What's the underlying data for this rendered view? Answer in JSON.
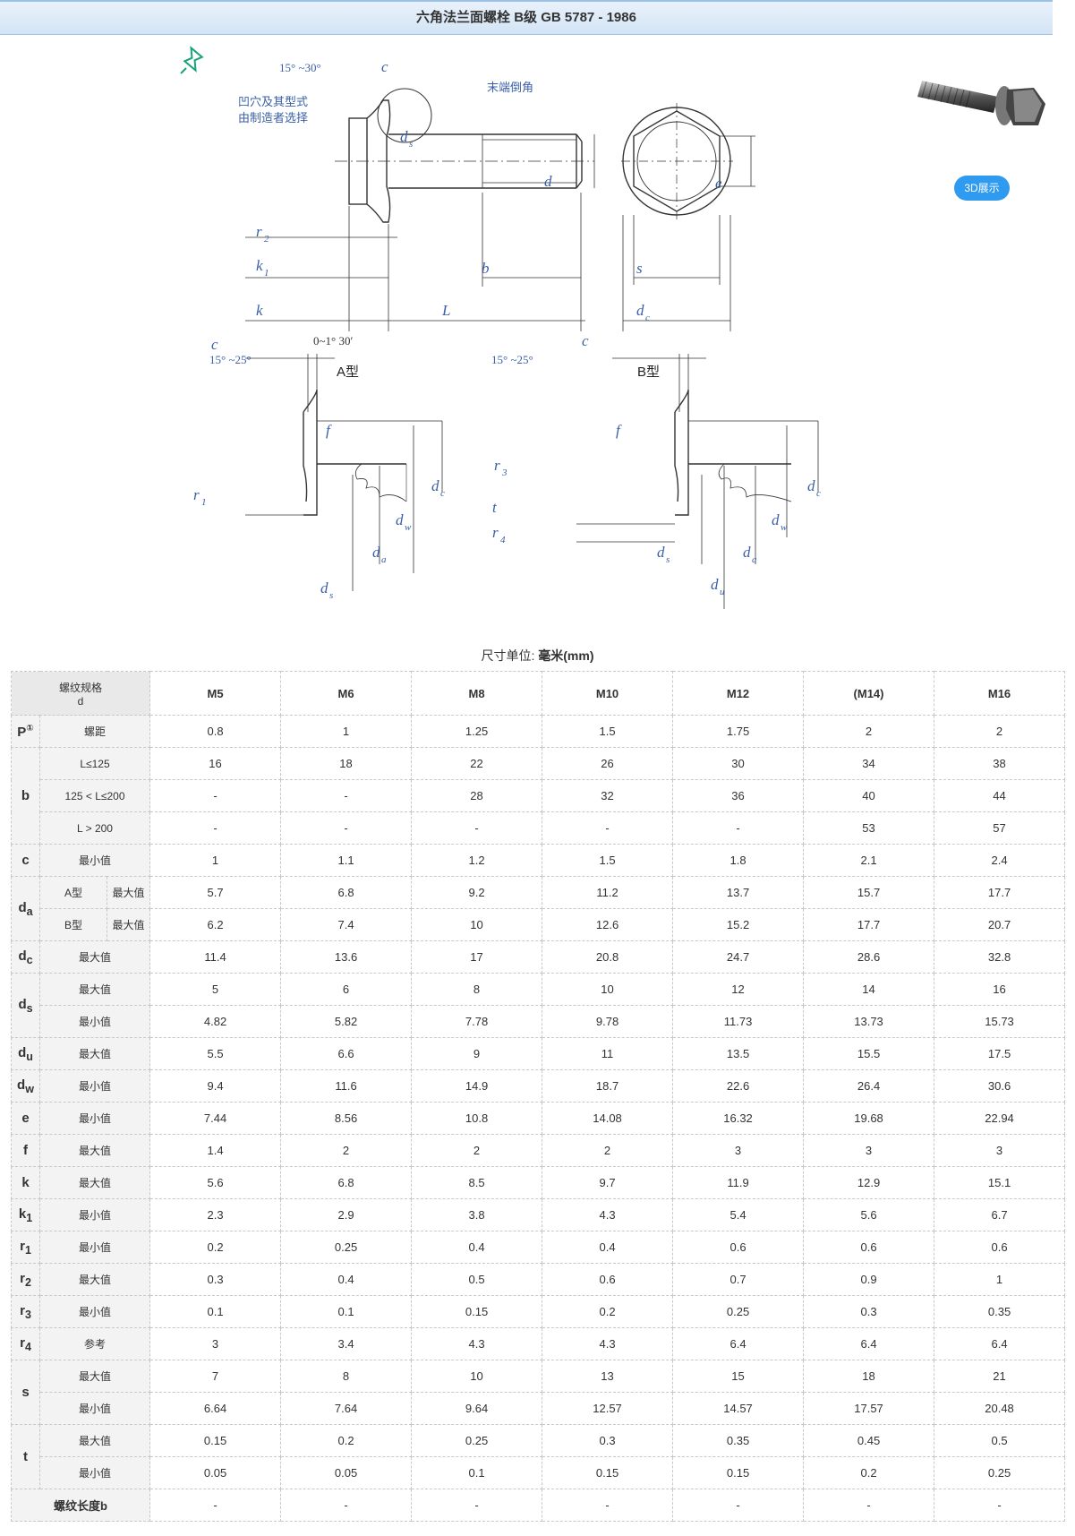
{
  "page_title": "六角法兰面螺栓 B级 GB 5787 - 1986",
  "drawing": {
    "angle_top": "15° ~30°",
    "note": [
      "凹穴及其型式",
      "由制造者选择"
    ],
    "chamfer_note": "末端倒角",
    "labels": {
      "c": "c",
      "ds": "d",
      "ds_sub": "s",
      "d": "d",
      "e": "e",
      "r2": "r",
      "r2_sub": "2",
      "k1": "k",
      "k1_sub": "1",
      "b": "b",
      "k": "k",
      "L": "L",
      "s": "s",
      "dc": "d",
      "dc_sub": "c"
    },
    "typeA": {
      "title": "A型",
      "c": "c",
      "angle": "15° ~25°",
      "angle2": "0~1° 30′",
      "f": "f",
      "r1": "r",
      "r1_sub": "1",
      "dc": "d",
      "dc_sub": "c",
      "dw": "d",
      "dw_sub": "w",
      "da": "d",
      "da_sub": "a",
      "ds": "d",
      "ds_sub": "s"
    },
    "typeB": {
      "title": "B型",
      "c": "c",
      "angle": "15° ~25°",
      "f": "f",
      "r3": "r",
      "r3_sub": "3",
      "t": "t",
      "r4": "r",
      "r4_sub": "4",
      "dc": "d",
      "dc_sub": "c",
      "dw": "d",
      "dw_sub": "w",
      "da": "d",
      "da_sub": "a",
      "ds": "d",
      "ds_sub": "s",
      "du": "d",
      "du_sub": "u"
    }
  },
  "button_3d": "3D展示",
  "unit_label": "尺寸单位:",
  "unit_value": "毫米(mm)",
  "table": {
    "corner": [
      "螺纹规格",
      "d"
    ],
    "columns": [
      "M5",
      "M6",
      "M8",
      "M10",
      "M12",
      "(M14)",
      "M16"
    ],
    "rows": {
      "P": {
        "sym": "P",
        "sup": "①",
        "label": "螺距",
        "values": [
          "0.8",
          "1",
          "1.25",
          "1.5",
          "1.75",
          "2",
          "2"
        ]
      },
      "b1": {
        "sym": "b",
        "label": "L≤125",
        "values": [
          "16",
          "18",
          "22",
          "26",
          "30",
          "34",
          "38"
        ]
      },
      "b2": {
        "label": "125 < L≤200",
        "values": [
          "-",
          "-",
          "28",
          "32",
          "36",
          "40",
          "44"
        ]
      },
      "b3": {
        "label": "L > 200",
        "values": [
          "-",
          "-",
          "-",
          "-",
          "-",
          "53",
          "57"
        ]
      },
      "c": {
        "sym": "c",
        "label": "最小值",
        "values": [
          "1",
          "1.1",
          "1.2",
          "1.5",
          "1.8",
          "2.1",
          "2.4"
        ]
      },
      "daA": {
        "sym": "d",
        "sub": "a",
        "type": "A型",
        "label": "最大值",
        "values": [
          "5.7",
          "6.8",
          "9.2",
          "11.2",
          "13.7",
          "15.7",
          "17.7"
        ]
      },
      "daB": {
        "type": "B型",
        "label": "最大值",
        "values": [
          "6.2",
          "7.4",
          "10",
          "12.6",
          "15.2",
          "17.7",
          "20.7"
        ]
      },
      "dc": {
        "sym": "d",
        "sub": "c",
        "label": "最大值",
        "values": [
          "11.4",
          "13.6",
          "17",
          "20.8",
          "24.7",
          "28.6",
          "32.8"
        ]
      },
      "ds1": {
        "sym": "d",
        "sub": "s",
        "label": "最大值",
        "values": [
          "5",
          "6",
          "8",
          "10",
          "12",
          "14",
          "16"
        ]
      },
      "ds2": {
        "label": "最小值",
        "values": [
          "4.82",
          "5.82",
          "7.78",
          "9.78",
          "11.73",
          "13.73",
          "15.73"
        ]
      },
      "du": {
        "sym": "d",
        "sub": "u",
        "label": "最大值",
        "values": [
          "5.5",
          "6.6",
          "9",
          "11",
          "13.5",
          "15.5",
          "17.5"
        ]
      },
      "dw": {
        "sym": "d",
        "sub": "w",
        "label": "最小值",
        "values": [
          "9.4",
          "11.6",
          "14.9",
          "18.7",
          "22.6",
          "26.4",
          "30.6"
        ]
      },
      "e": {
        "sym": "e",
        "label": "最小值",
        "values": [
          "7.44",
          "8.56",
          "10.8",
          "14.08",
          "16.32",
          "19.68",
          "22.94"
        ]
      },
      "f": {
        "sym": "f",
        "label": "最大值",
        "values": [
          "1.4",
          "2",
          "2",
          "2",
          "3",
          "3",
          "3"
        ]
      },
      "k": {
        "sym": "k",
        "label": "最大值",
        "values": [
          "5.6",
          "6.8",
          "8.5",
          "9.7",
          "11.9",
          "12.9",
          "15.1"
        ]
      },
      "k1": {
        "sym": "k",
        "sub": "1",
        "label": "最小值",
        "values": [
          "2.3",
          "2.9",
          "3.8",
          "4.3",
          "5.4",
          "5.6",
          "6.7"
        ]
      },
      "r1": {
        "sym": "r",
        "sub": "1",
        "label": "最小值",
        "values": [
          "0.2",
          "0.25",
          "0.4",
          "0.4",
          "0.6",
          "0.6",
          "0.6"
        ]
      },
      "r2": {
        "sym": "r",
        "sub": "2",
        "label": "最大值",
        "values": [
          "0.3",
          "0.4",
          "0.5",
          "0.6",
          "0.7",
          "0.9",
          "1"
        ]
      },
      "r3": {
        "sym": "r",
        "sub": "3",
        "label": "最小值",
        "values": [
          "0.1",
          "0.1",
          "0.15",
          "0.2",
          "0.25",
          "0.3",
          "0.35"
        ]
      },
      "r4": {
        "sym": "r",
        "sub": "4",
        "label": "参考",
        "values": [
          "3",
          "3.4",
          "4.3",
          "4.3",
          "6.4",
          "6.4",
          "6.4"
        ]
      },
      "s1": {
        "sym": "s",
        "label": "最大值",
        "values": [
          "7",
          "8",
          "10",
          "13",
          "15",
          "18",
          "21"
        ]
      },
      "s2": {
        "label": "最小值",
        "values": [
          "6.64",
          "7.64",
          "9.64",
          "12.57",
          "14.57",
          "17.57",
          "20.48"
        ]
      },
      "t1": {
        "sym": "t",
        "label": "最大值",
        "values": [
          "0.15",
          "0.2",
          "0.25",
          "0.3",
          "0.35",
          "0.45",
          "0.5"
        ]
      },
      "t2": {
        "label": "最小值",
        "values": [
          "0.05",
          "0.05",
          "0.1",
          "0.15",
          "0.15",
          "0.2",
          "0.25"
        ]
      },
      "len": {
        "label": "螺纹长度b",
        "values": [
          "-",
          "-",
          "-",
          "-",
          "-",
          "-",
          "-"
        ]
      }
    }
  }
}
